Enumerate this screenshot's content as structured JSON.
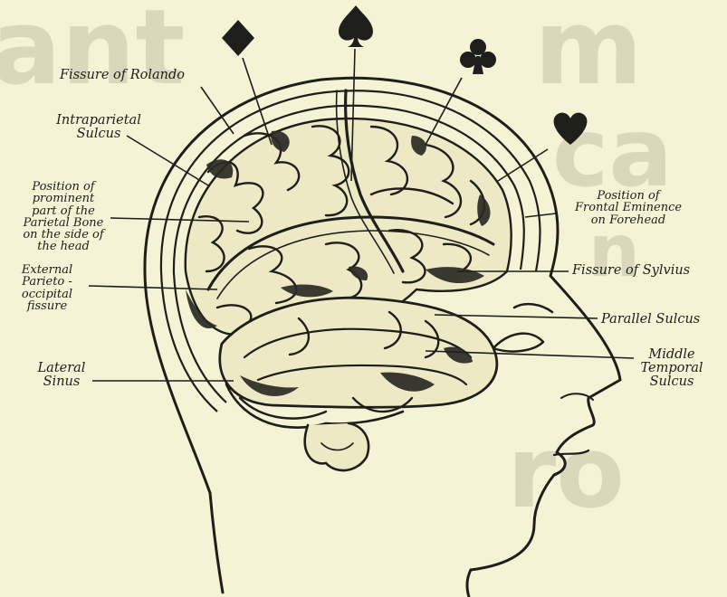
{
  "diagram": {
    "colors": {
      "background": "#f4f3d6",
      "ink": "#1e1e1a",
      "faded_text": "#d9d8bd"
    },
    "background_text": "ant fragmentary lettering (faded, partially hidden)",
    "suit_symbols": [
      {
        "name": "diamond",
        "glyph": "♦"
      },
      {
        "name": "spade",
        "glyph": "♠"
      },
      {
        "name": "club",
        "glyph": "♣"
      },
      {
        "name": "heart",
        "glyph": "♥"
      }
    ],
    "labels": {
      "fissure_rolando": "Fissure of Rolando",
      "intraparietal": "Intraparietal\nSulcus",
      "parietal_bone": "Position of\nprominent\npart of the\nParietal Bone\non the side of\nthe head",
      "parieto_occipital": "External\nParieto -\noccipital\nfissure",
      "lateral_sinus": "Lateral\nSinus",
      "frontal_eminence": "Position of\nFrontal Eminence\non Forehead",
      "sylvius": "Fissure of Sylvius",
      "parallel_sulcus": "Parallel Sulcus",
      "middle_temporal": "Middle\nTemporal\nSulcus"
    }
  }
}
